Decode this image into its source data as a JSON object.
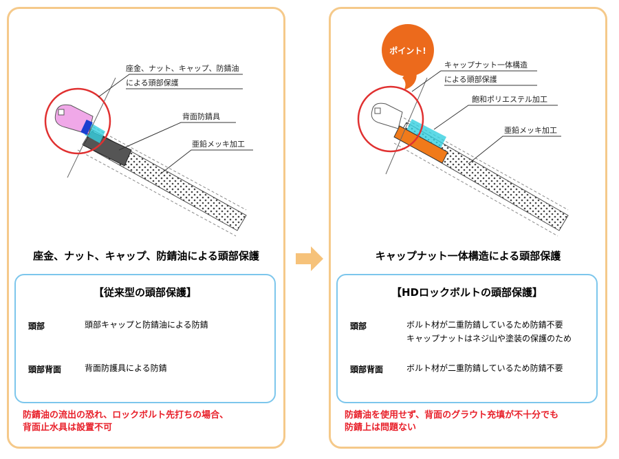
{
  "left": {
    "callouts": [
      "座金、ナット、キャップ、防錆油",
      "による頭部保護",
      "背面防錆具",
      "亜鉛メッキ加工"
    ],
    "caption": "座金、ナット、キャップ、防錆油による頭部保護",
    "box_title": "【従来型の頭部保護】",
    "rows": [
      {
        "label": "頭部",
        "value": [
          "頭部キャップと防錆油による防錆"
        ]
      },
      {
        "label": "頭部背面",
        "value": [
          "背面防護具による防錆"
        ]
      }
    ],
    "note": [
      "防錆油の流出の恐れ、ロックボルト先打ちの場合、",
      "背面止水具は設置不可"
    ]
  },
  "right": {
    "badge": "ポイント!",
    "callouts": [
      "キャップナット一体構造",
      "による頭部保護",
      "飽和ポリエステル加工",
      "亜鉛メッキ加工"
    ],
    "caption": "キャップナット一体構造による頭部保護",
    "box_title": "【HDロックボルトの頭部保護】",
    "rows": [
      {
        "label": "頭部",
        "value": [
          "ボルト材が二重防錆しているため防錆不要",
          "キャップナットはネジ山や塗装の保護のため"
        ]
      },
      {
        "label": "頭部背面",
        "value": [
          "ボルト材が二重防錆しているため防錆不要"
        ]
      }
    ],
    "note": [
      "防錆油を使用せず、背面のグラウト充填が不十分でも",
      "防錆上は問題ない"
    ]
  },
  "colors": {
    "panel_border": "#f5c98a",
    "box_border": "#7cc6ec",
    "note_red": "#e8202a",
    "arrow": "#f6c27a",
    "circle_red": "#e03030",
    "badge": "#ec6a1c",
    "cap_pink": "#f0a8e8",
    "cyan": "#35d0e0",
    "orange": "#f07a1a"
  }
}
